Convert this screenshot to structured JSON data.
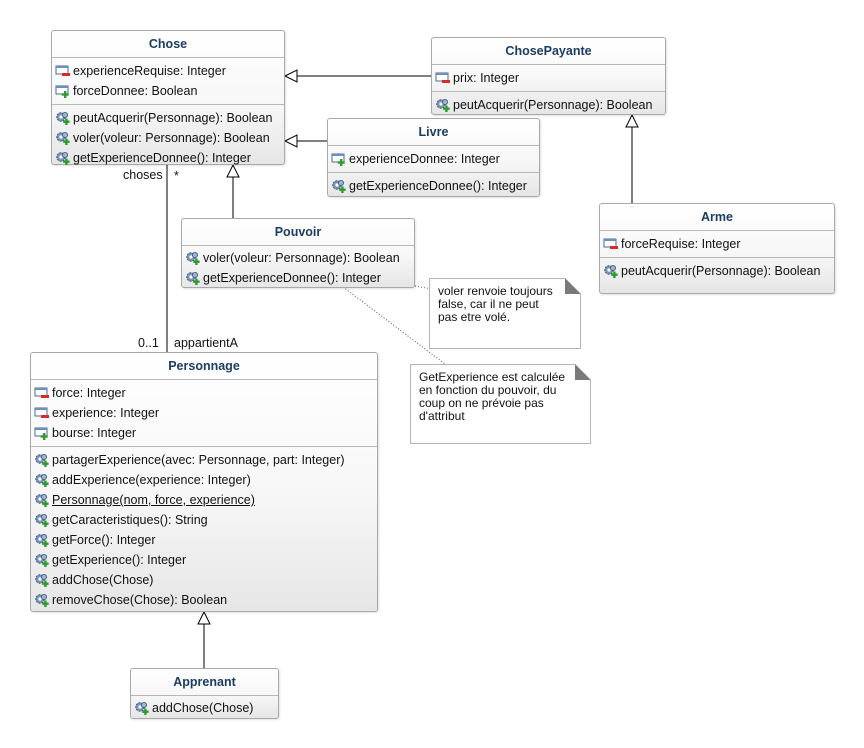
{
  "classes": {
    "chose": {
      "name": "Chose",
      "attributes": [
        {
          "text": "experienceRequise: Integer",
          "icon": "private-field-icon"
        },
        {
          "text": "forceDonnee: Boolean",
          "icon": "public-field-icon"
        }
      ],
      "operations": [
        {
          "text": "peutAcquerir(Personnage): Boolean"
        },
        {
          "text": "voler(voleur: Personnage): Boolean"
        },
        {
          "text": "getExperienceDonnee(): Integer"
        }
      ]
    },
    "chosePayante": {
      "name": "ChosePayante",
      "attributes": [
        {
          "text": "prix: Integer",
          "icon": "private-field-icon"
        }
      ],
      "operations": [
        {
          "text": "peutAcquerir(Personnage): Boolean"
        }
      ]
    },
    "livre": {
      "name": "Livre",
      "attributes": [
        {
          "text": "experienceDonnee: Integer",
          "icon": "public-field-icon"
        }
      ],
      "operations": [
        {
          "text": "getExperienceDonnee(): Integer"
        }
      ]
    },
    "arme": {
      "name": "Arme",
      "attributes": [
        {
          "text": "forceRequise: Integer",
          "icon": "private-field-icon"
        }
      ],
      "operations": [
        {
          "text": "peutAcquerir(Personnage): Boolean"
        }
      ]
    },
    "pouvoir": {
      "name": "Pouvoir",
      "operations": [
        {
          "text": "voler(voleur: Personnage): Boolean"
        },
        {
          "text": "getExperienceDonnee(): Integer"
        }
      ]
    },
    "personnage": {
      "name": "Personnage",
      "attributes": [
        {
          "text": "force: Integer",
          "icon": "private-field-icon"
        },
        {
          "text": "experience: Integer",
          "icon": "private-field-icon"
        },
        {
          "text": "bourse: Integer",
          "icon": "public-field-icon"
        }
      ],
      "operations": [
        {
          "text": "partagerExperience(avec: Personnage, part: Integer)"
        },
        {
          "text": "addExperience(experience: Integer)"
        },
        {
          "text": "Personnage(nom, force, experience)",
          "underline": true
        },
        {
          "text": "getCaracteristiques(): String"
        },
        {
          "text": "getForce(): Integer"
        },
        {
          "text": "getExperience(): Integer"
        },
        {
          "text": "addChose(Chose)"
        },
        {
          "text": "removeChose(Chose): Boolean"
        }
      ]
    },
    "apprenant": {
      "name": "Apprenant",
      "operations": [
        {
          "text": "addChose(Chose)"
        }
      ]
    }
  },
  "association": {
    "role_choses": "choses",
    "mult_choses": "*",
    "mult_personnage": "0..1",
    "role_personnage": "appartientA"
  },
  "notes": {
    "voler": "voler renvoie toujours false, car il ne peut pas etre volé.",
    "experience": "GetExperience est calculée en fonction du pouvoir, du coup on ne prévoie pas d'attribut"
  }
}
